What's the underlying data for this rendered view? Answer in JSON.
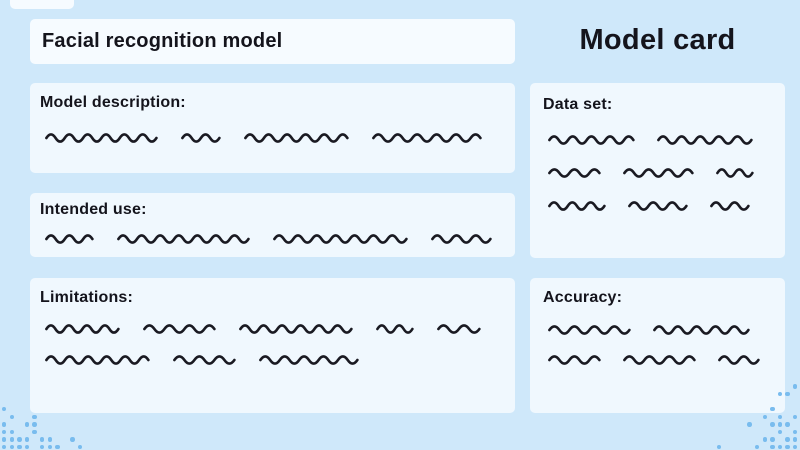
{
  "heading": "Model card",
  "title_card": {
    "text": "Facial recognition model"
  },
  "sections": {
    "model_description": {
      "label": "Model description:",
      "rows": [
        [
          110,
          37,
          102,
          107
        ]
      ]
    },
    "intended_use": {
      "label": "Intended use:",
      "rows": [
        [
          46,
          130,
          132,
          58
        ]
      ]
    },
    "limitations": {
      "label": "Limitations:",
      "rows": [
        [
          72,
          70,
          111,
          35,
          41
        ],
        [
          102,
          60,
          97
        ]
      ]
    },
    "data_set": {
      "label": "Data set:",
      "rows": [
        [
          84,
          93
        ],
        [
          50,
          68,
          35
        ],
        [
          55,
          57,
          37
        ]
      ]
    },
    "accuracy": {
      "label": "Accuracy:",
      "rows": [
        [
          80,
          94
        ],
        [
          50,
          70,
          39
        ]
      ]
    }
  },
  "colors": {
    "background": "#cfe8fa",
    "card": "#f0f8fe",
    "title_card": "#f6fbff",
    "text": "#14141c",
    "squiggle": "#1a1a22",
    "dots": "#79bcee"
  }
}
